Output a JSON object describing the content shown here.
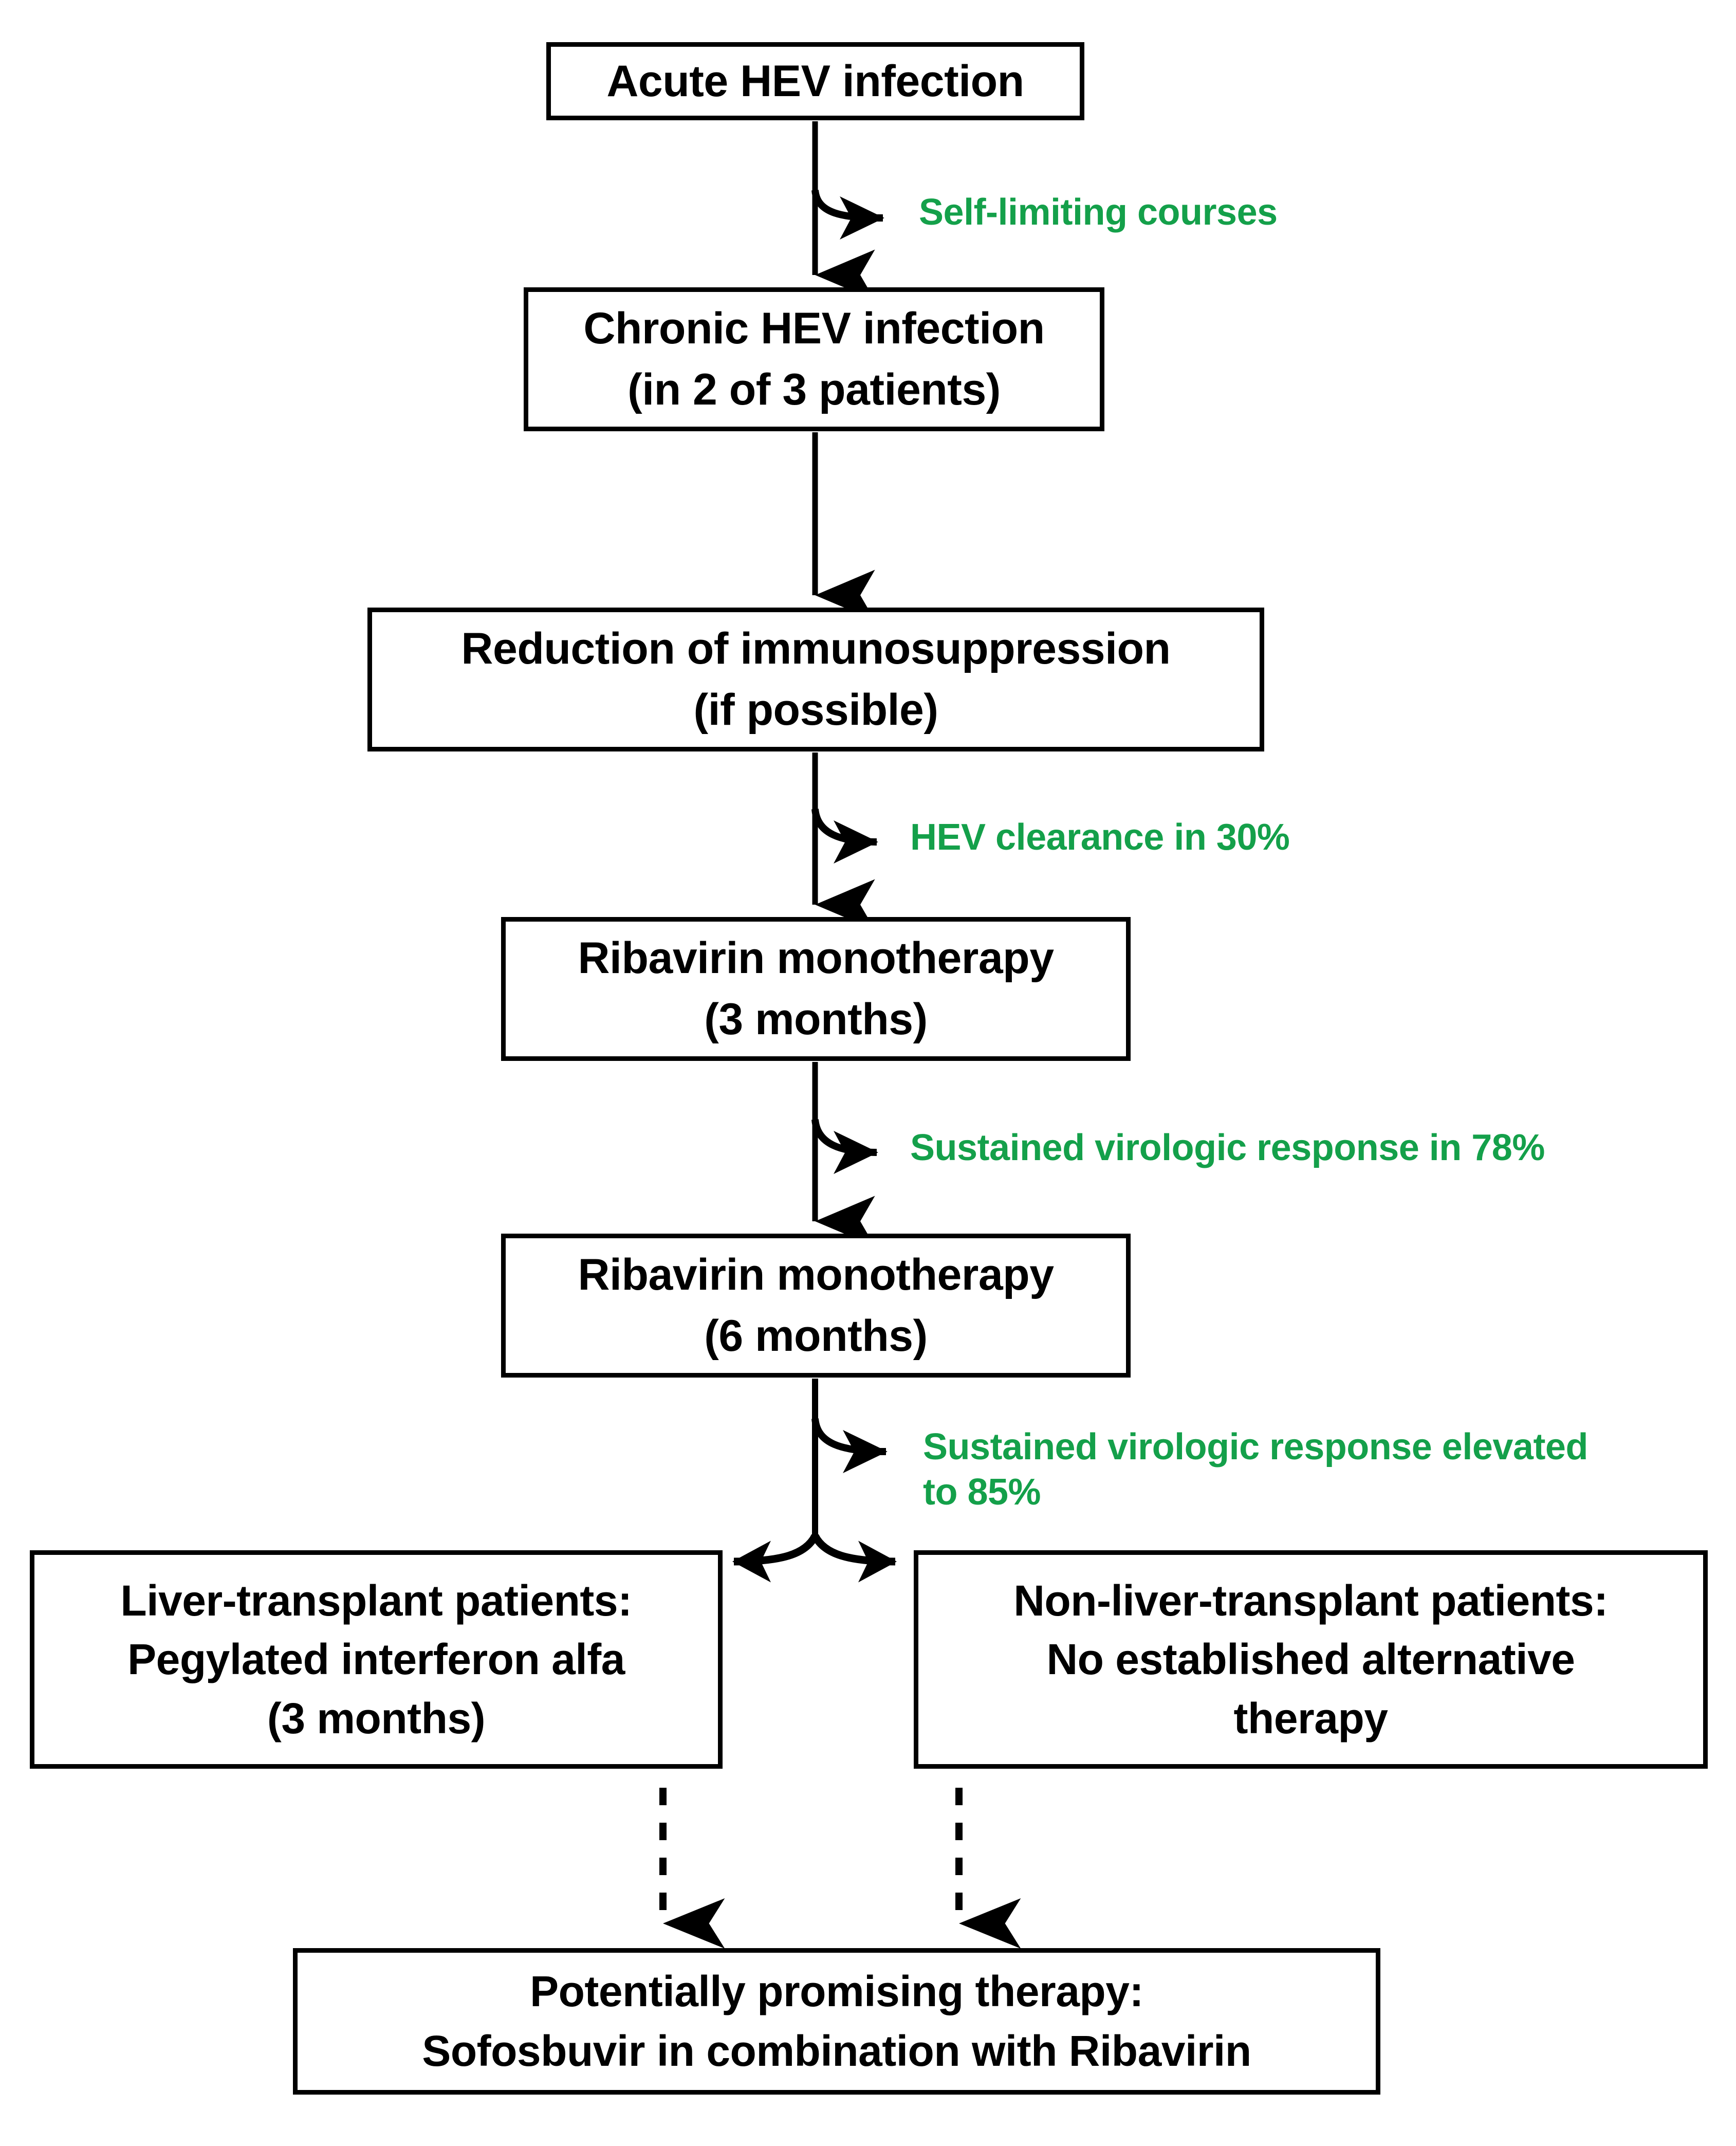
{
  "diagram": {
    "title": "HEV infection treatment algorithm flowchart",
    "accent_green": "#14A04A",
    "stroke_black": "#000000",
    "background": "#FFFFFF",
    "nodes": [
      {
        "id": "acute",
        "lines": [
          "Acute HEV infection"
        ]
      },
      {
        "id": "chronic",
        "lines": [
          "Chronic HEV infection",
          "(in 2 of 3 patients)"
        ]
      },
      {
        "id": "reduction",
        "lines": [
          "Reduction of immunosuppression",
          "(if possible)"
        ]
      },
      {
        "id": "riba3",
        "lines": [
          "Ribavirin monotherapy",
          "(3 months)"
        ]
      },
      {
        "id": "riba6",
        "lines": [
          "Ribavirin monotherapy",
          "(6 months)"
        ]
      },
      {
        "id": "liver",
        "lines": [
          "Liver-transplant patients:",
          "Pegylated interferon alfa",
          "(3 months)"
        ]
      },
      {
        "id": "nonliver",
        "lines": [
          "Non-liver-transplant patients:",
          "No established alternative",
          "therapy"
        ]
      },
      {
        "id": "sofosbuvir",
        "lines": [
          "Potentially promising therapy:",
          "Sofosbuvir in combination with Ribavirin"
        ]
      }
    ],
    "annotations": [
      {
        "id": "self_limiting",
        "text": "Self-limiting courses"
      },
      {
        "id": "hev_clearance",
        "text": "HEV clearance in 30%"
      },
      {
        "id": "svr_78",
        "text": "Sustained virologic response in 78%"
      },
      {
        "id": "svr_85",
        "text": "Sustained virologic response elevated\nto 85%"
      }
    ]
  }
}
